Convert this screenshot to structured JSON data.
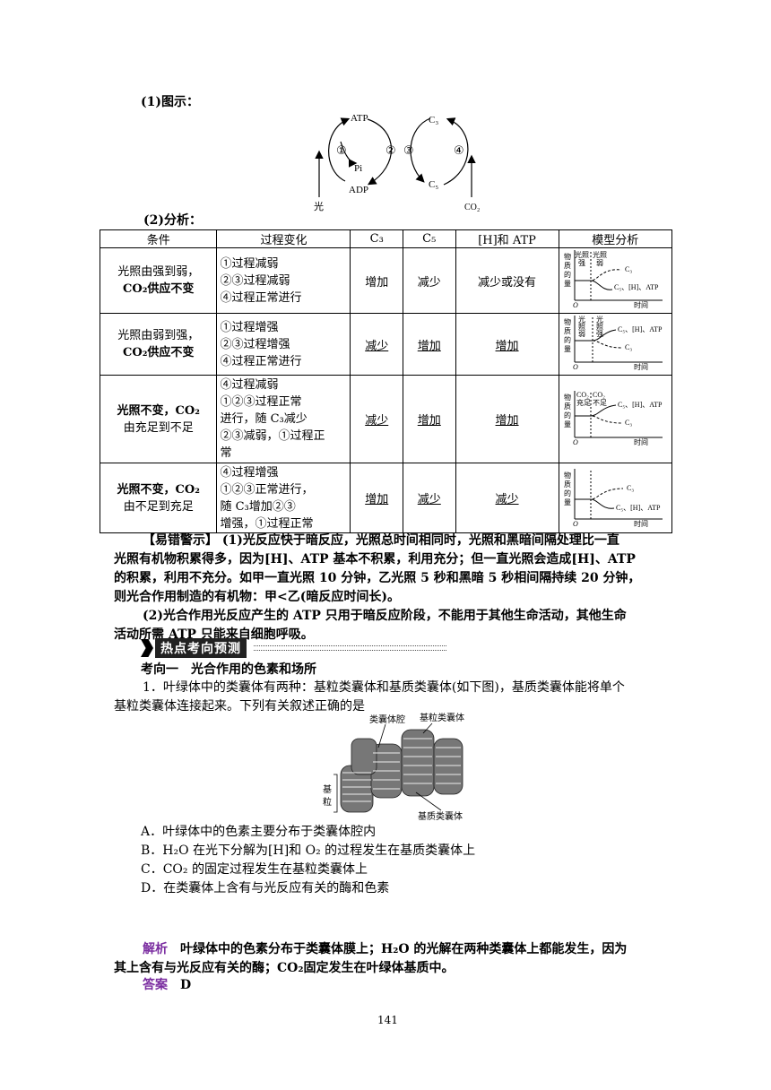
{
  "diagram_title": "(1)图示：",
  "cycle": {
    "atp": "ATP",
    "adp": "ADP",
    "pi": "Pi",
    "c3": "C₃",
    "c5": "C₅",
    "n1": "①",
    "n2": "②",
    "n3": "③",
    "n4": "④",
    "light": "光",
    "co2": "CO₂"
  },
  "analysis_title": "(2)分析：",
  "table": {
    "headers": [
      "条件",
      "过程变化",
      "C₃",
      "C₅",
      "[H]和 ATP",
      "模型分析"
    ],
    "rows": [
      {
        "cond1": "光照由强到弱，",
        "cond2": "CO₂供应不变",
        "proc": [
          "①过程减弱",
          "②③过程减弱",
          "④过程正常进行"
        ],
        "c3": "增加",
        "c5": "减少",
        "hatp": "减少或没有",
        "underline": false
      },
      {
        "cond1": "光照由弱到强，",
        "cond2": "CO₂供应不变",
        "proc": [
          "①过程增强",
          "②③过程增强",
          "④过程正常进行"
        ],
        "c3": "减少",
        "c5": "增加",
        "hatp": "增加",
        "underline": true
      },
      {
        "cond1": "光照不变，CO₂",
        "cond2": "由充足到不足",
        "proc": [
          "④过程减弱",
          "①②③过程正常",
          "进行，随 C₃减少",
          "②③减弱，①过程正",
          "常"
        ],
        "c3": "减少",
        "c5": "增加",
        "hatp": "增加",
        "underline": true
      },
      {
        "cond1": "光照不变，CO₂",
        "cond2": "由不足到充足",
        "proc": [
          "④过程增强",
          "①②③正常进行，",
          "随 C₃增加②③",
          "增强，①过程正常"
        ],
        "c3": "增加",
        "c5": "减少",
        "hatp": "减少",
        "underline": true
      }
    ],
    "graph": {
      "ylabel": [
        "物",
        "质",
        "的",
        "量"
      ],
      "origin": "O",
      "xlabel": "时间",
      "g1_top": [
        "光照",
        "强"
      ],
      "g1_top2": [
        "光照",
        "弱"
      ],
      "g1_a": "C₃",
      "g1_b": "C₅、[H]、ATP",
      "g2_top": [
        "光",
        "照",
        "弱"
      ],
      "g2_top2": [
        "光",
        "照",
        "强"
      ],
      "g2_a": "C₅、[H]、ATP",
      "g2_b": "C₃",
      "g3_top": [
        "CO₂",
        "充足"
      ],
      "g3_top2": [
        "CO₂",
        "不足"
      ],
      "g3_a": "C₅、[H]、ATP",
      "g3_b": "C₃",
      "g4_a": "C₃",
      "g4_b": "C₅、[H]、ATP"
    }
  },
  "warning": {
    "lines": [
      "【易错警示】  (1)光反应快于暗反应，光照总时间相同时，光照和黑暗间隔处理比一直",
      "光照有机物积累得多，因为[H]、ATP 基本不积累，利用充分；但一直光照会造成[H]、ATP",
      "的积累，利用不充分。如甲一直光照 10 分钟，乙光照 5 秒和黑暗 5 秒相间隔持续 20 分钟，",
      "则光合作用制造的有机物：甲<乙(暗反应时间长)。",
      "(2)光合作用光反应产生的 ATP 只用于暗反应阶段，不能用于其他生命活动，其他生命",
      "活动所需 ATP 只能来自细胞呼吸。"
    ]
  },
  "hot_label": "热点考向预测",
  "direction": "考向一　光合作用的色素和场所",
  "question": {
    "line1": "1．叶绿体中的类囊体有两种：基粒类囊体和基质类囊体(如下图)，基质类囊体能将单个",
    "line2": "基粒类囊体连接起来。下列有关叙述正确的是",
    "fig_labels": {
      "lumen": "类囊体腔",
      "grana_thy": "基粒类囊体",
      "grana": "基",
      "grana2": "粒",
      "stroma_thy": "基质类囊体"
    },
    "options": [
      "A．叶绿体中的色素主要分布于类囊体腔内",
      "B．H₂O 在光下分解为[H]和 O₂ 的过程发生在基质类囊体上",
      "C．CO₂ 的固定过程发生在基粒类囊体上",
      "D．在类囊体上含有与光反应有关的酶和色素"
    ]
  },
  "analysis": {
    "label": "解析",
    "line1": "叶绿体中的色素分布于类囊体膜上；H₂O 的光解在两种类囊体上都能发生，因为",
    "line2": "其上含有与光反应有关的酶；CO₂固定发生在叶绿体基质中。"
  },
  "answer": {
    "label": "答案",
    "value": "D"
  },
  "page_number": "141"
}
